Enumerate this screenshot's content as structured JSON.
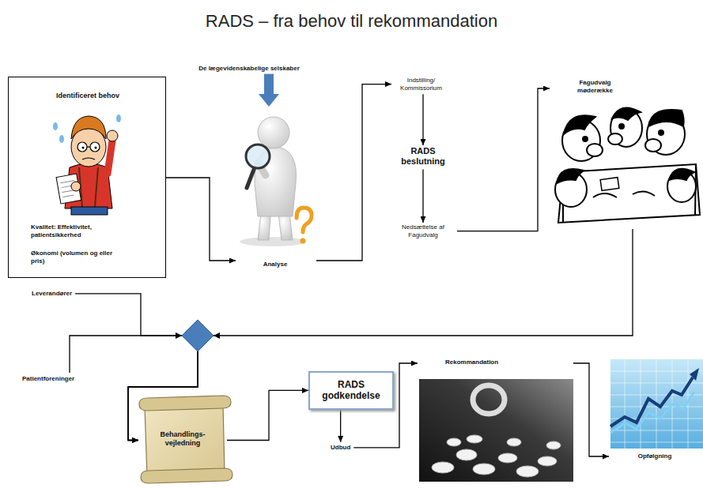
{
  "diagram": {
    "title": "RADS – fra behov til rekommandation",
    "nodes": [
      {
        "text": [
          "Identificeret behov",
          "Kvalitet: Effektivitet, patientsikkerhed",
          "Økonomi (volumen og eller pris)"
        ]
      },
      {
        "text": [
          "De lægevidenskabelige selskaber"
        ]
      },
      {
        "text": [
          "Analyse"
        ]
      },
      {
        "text": [
          "Indstilling/ Kommissorium"
        ]
      },
      {
        "text": [
          "RADS beslutning"
        ]
      },
      {
        "text": [
          "Nedsættelse af Fagudvalg"
        ]
      },
      {
        "text": [
          "Fagudvalg møderække"
        ]
      },
      {
        "text": [
          "Leverandører"
        ]
      },
      {
        "text": [
          "Patientforeninger"
        ]
      },
      {
        "text": [
          "Behandlings- vejledning"
        ]
      },
      {
        "text": [
          "RADS godkendelse"
        ]
      },
      {
        "text": [
          "Udbud"
        ]
      },
      {
        "text": [
          "Rekommandation"
        ]
      },
      {
        "text": [
          "Opfølgning"
        ]
      }
    ],
    "edges": [
      {
        "from": 0,
        "to": 2,
        "arrow": "to"
      },
      {
        "from": 1,
        "to": 2,
        "arrow": "to"
      },
      {
        "from": 2,
        "to": 3,
        "arrow": "to"
      },
      {
        "from": 3,
        "to": 4,
        "arrow": "to"
      },
      {
        "from": 4,
        "to": 5,
        "arrow": "to"
      },
      {
        "from": 5,
        "to": 6,
        "arrow": "to"
      },
      {
        "from": 6,
        "to": 9,
        "arrow": "to"
      },
      {
        "from": 7,
        "to": 9,
        "arrow": "to"
      },
      {
        "from": 8,
        "to": 9,
        "arrow": "to"
      },
      {
        "from": 9,
        "to": 10,
        "arrow": "to"
      },
      {
        "from": 10,
        "to": 11,
        "arrow": "to"
      },
      {
        "from": 11,
        "to": 12,
        "arrow": "to"
      },
      {
        "from": 12,
        "to": 13,
        "arrow": "to"
      }
    ]
  }
}
